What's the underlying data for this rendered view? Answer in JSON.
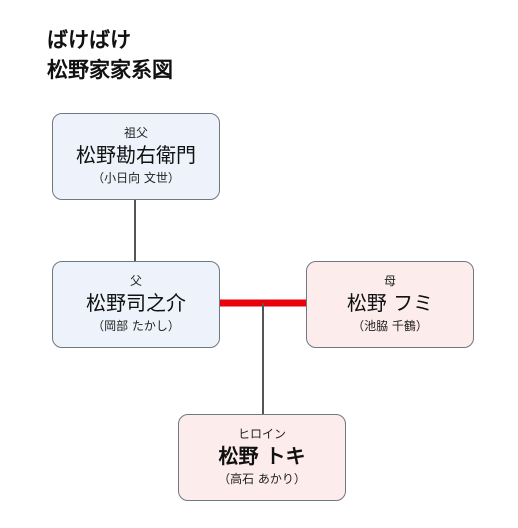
{
  "title": {
    "line1": "ばけばけ",
    "line2": "松野家家系図"
  },
  "people": {
    "grandfather": {
      "role": "祖父",
      "name": "松野勘右衛門",
      "reading": "（小日向 文世）"
    },
    "father": {
      "role": "父",
      "name": "松野司之介",
      "reading": "（岡部 たかし）"
    },
    "mother": {
      "role": "母",
      "name": "松野 フミ",
      "reading": "（池脇 千鶴）"
    },
    "heroine": {
      "role": "ヒロイン",
      "name": "松野 トキ",
      "reading": "（高石 あかり）"
    }
  },
  "colors": {
    "male_card": "#eef3fb",
    "female_card": "#fcecec",
    "marriage_line": "#e8000b",
    "descent_line": "#555555",
    "card_border": "#6f7782"
  }
}
